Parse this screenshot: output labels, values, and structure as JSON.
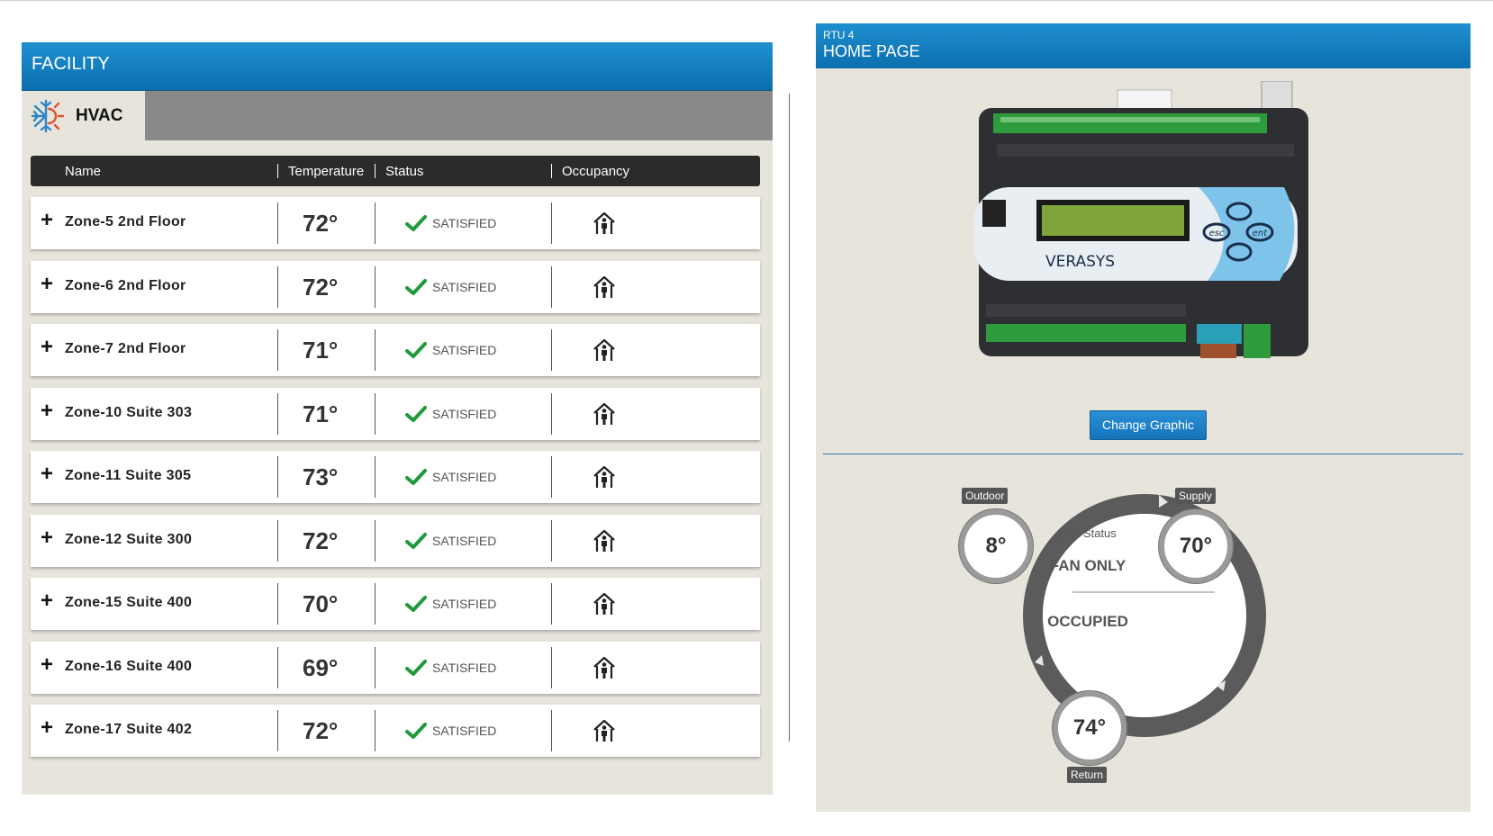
{
  "facility": {
    "title": "FACILITY",
    "tab_label": "HVAC",
    "columns": [
      "Name",
      "Temperature",
      "Status",
      "Occupancy"
    ],
    "zones": [
      {
        "name": "Zone-5 2nd Floor",
        "temp": "72°",
        "status": "SATISFIED"
      },
      {
        "name": "Zone-6 2nd Floor",
        "temp": "72°",
        "status": "SATISFIED"
      },
      {
        "name": "Zone-7 2nd Floor",
        "temp": "71°",
        "status": "SATISFIED"
      },
      {
        "name": "Zone-10 Suite 303",
        "temp": "71°",
        "status": "SATISFIED"
      },
      {
        "name": "Zone-11 Suite 305",
        "temp": "73°",
        "status": "SATISFIED"
      },
      {
        "name": "Zone-12 Suite 300",
        "temp": "72°",
        "status": "SATISFIED"
      },
      {
        "name": "Zone-15 Suite 400",
        "temp": "70°",
        "status": "SATISFIED"
      },
      {
        "name": "Zone-16 Suite 400",
        "temp": "69°",
        "status": "SATISFIED"
      },
      {
        "name": "Zone-17 Suite 402",
        "temp": "72°",
        "status": "SATISFIED"
      }
    ]
  },
  "rtu": {
    "subtitle": "RTU 4",
    "title": "HOME PAGE",
    "device_brand": "VERASYS",
    "change_graphic_label": "Change Graphic",
    "dial": {
      "outdoor_label": "Outdoor",
      "outdoor_value": "8°",
      "supply_label": "Supply",
      "supply_value": "70°",
      "return_label": "Return",
      "return_value": "74°",
      "unit_status_label": "Unit Status",
      "unit_status_value": "FAN ONLY",
      "occupancy_value": "OCCUPIED"
    }
  },
  "icons": {
    "hvac": "hvac-snowflake-sun-icon",
    "expand": "plus-icon",
    "status": "checkmark-icon",
    "occupancy": "occupied-person-house-icon"
  },
  "colors": {
    "header_blue": "#1678bd",
    "check_green": "#1d9a3a",
    "panel_bg": "#e6e4db"
  }
}
